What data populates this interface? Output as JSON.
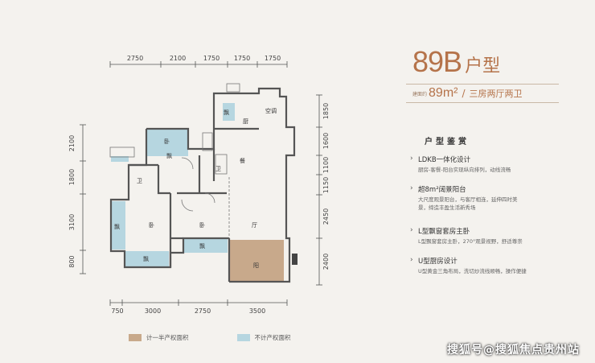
{
  "title": {
    "model": "89B",
    "type_label": "户型"
  },
  "area": {
    "prefix": "建面约",
    "value": "89m²",
    "separator": "/",
    "layout": "三房两厅两卫"
  },
  "features_heading": "户型鉴赏",
  "features": [
    {
      "title": "LDKB一体化设计",
      "desc": "厨房-客餐-阳台实现纵向排列，动线流畅"
    },
    {
      "title": "超8m²阔景阳台",
      "desc": "大尺度观景阳台，与客厅相连，延伸四时美景，缔造丰盈生活新秀场"
    },
    {
      "title": "L型飘窗套房主卧",
      "desc": "L型飘窗套房主卧，270°观景视野，舒适尊崇"
    },
    {
      "title": "U型厨房设计",
      "desc": "U型黄金三角布局，洗切炒流线顺畅，操作便捷"
    }
  ],
  "dimensions": {
    "top": [
      "2750",
      "2100",
      "1750",
      "1750",
      "1750"
    ],
    "bottom": [
      "750",
      "3000",
      "2750",
      "3500"
    ],
    "left": [
      "2100",
      "1800",
      "3100",
      "800"
    ],
    "right": [
      "1850",
      "1600",
      "1100",
      "1150",
      "2450",
      "2400"
    ]
  },
  "rooms": {
    "kitchen": "厨",
    "dining": "餐",
    "living": "厅",
    "master": "卧",
    "bedroom1": "卧",
    "bedroom2": "卧",
    "bath1": "卫",
    "bath2": "卫",
    "bay1": "飘",
    "bay2": "飘",
    "bay3": "飘",
    "bay4": "飘",
    "bay5": "飘",
    "balcony": "阳",
    "ac": "空调"
  },
  "legend": [
    {
      "label": "计一半产权面积",
      "color": "#c8a98b"
    },
    {
      "label": "不计产权面积",
      "color": "#b6d6e0"
    }
  ],
  "watermark": "搜狐号@搜狐焦点贵州站",
  "colors": {
    "accent": "#b5734a",
    "half_area": "#c8a98b",
    "no_area": "#b6d6e0",
    "wall": "#555555"
  }
}
